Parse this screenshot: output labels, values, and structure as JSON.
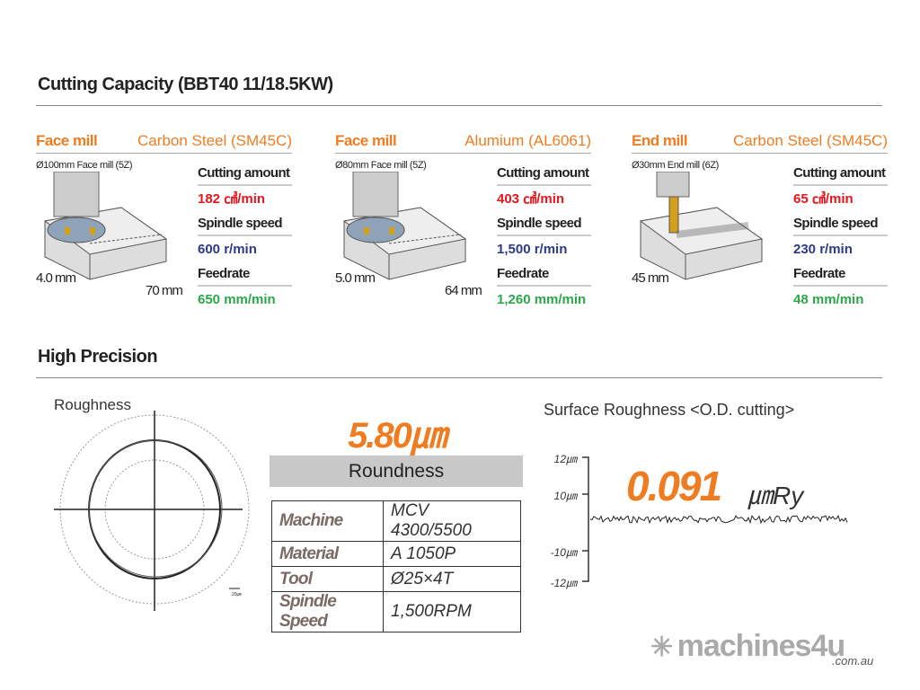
{
  "cutting": {
    "title": "Cutting Capacity (BBT40 11/18.5KW)",
    "cards": [
      {
        "type": "Face mill",
        "material": "Carbon Steel (SM45C)",
        "caption": "Ø100mm Face mill (5Z)",
        "depth": "4.0 mm",
        "width": "70 mm",
        "amount_label": "Cutting amount",
        "amount": "182 ㎤/min",
        "speed_label": "Spindle speed",
        "speed": "600 r/min",
        "feed_label": "Feedrate",
        "feed": "650 mm/min"
      },
      {
        "type": "Face mill",
        "material": "Alumium (AL6061)",
        "caption": "Ø80mm Face mill (5Z)",
        "depth": "5.0 mm",
        "width": "64 mm",
        "amount_label": "Cutting amount",
        "amount": "403 ㎤/min",
        "speed_label": "Spindle speed",
        "speed": "1,500 r/min",
        "feed_label": "Feedrate",
        "feed": "1,260 mm/min"
      },
      {
        "type": "End mill",
        "material": "Carbon Steel (SM45C)",
        "caption": "Ø30mm End mill (6Z)",
        "depth": "45 mm",
        "amount_label": "Cutting amount",
        "amount": "65 ㎤/min",
        "speed_label": "Spindle speed",
        "speed": "230 r/min",
        "feed_label": "Feedrate",
        "feed": "48 mm/min"
      }
    ]
  },
  "precision": {
    "title": "High Precision",
    "roughness_label": "Roughness",
    "scale_label": "20㎛",
    "roundness_value": "5.80㎛",
    "roundness_label": "Roundness",
    "table": [
      [
        "Machine",
        "MCV 4300/5500"
      ],
      [
        "Material",
        "A 1050P"
      ],
      [
        "Tool",
        "Ø25×4T"
      ],
      [
        "Spindle Speed",
        "1,500RPM"
      ]
    ],
    "surface_title": "Surface Roughness <O.D. cutting>",
    "surface_value": "0.091",
    "surface_unit": "㎛Ry",
    "y_ticks": [
      "12㎛",
      "10㎛",
      "-10㎛",
      "-12㎛"
    ]
  },
  "logo": {
    "name": "machines4u",
    "domain": ".com.au"
  },
  "colors": {
    "accent": "#f07c22",
    "red": "#e8141e",
    "blue": "#2e3a87",
    "green": "#2aa84a"
  }
}
